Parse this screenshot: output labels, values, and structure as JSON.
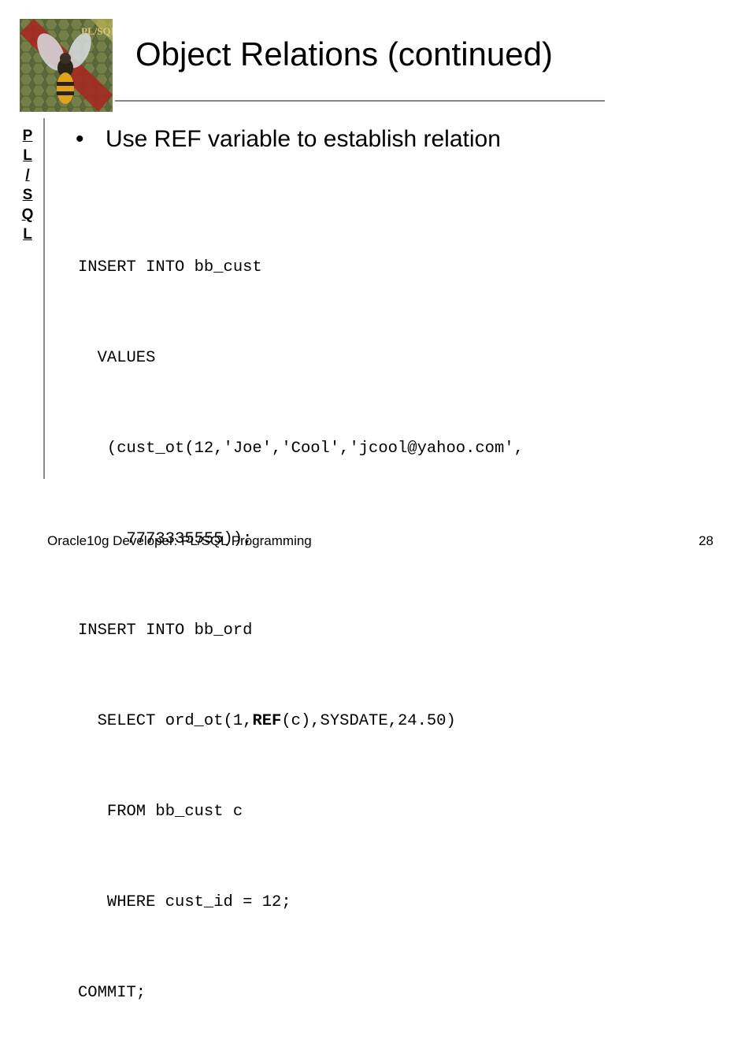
{
  "slide": {
    "title": "Object Relations (continued)",
    "side_label": [
      "P",
      "L",
      "/",
      "S",
      "Q",
      "L"
    ],
    "bullet": "Use REF variable to establish relation",
    "code": {
      "line1": "INSERT INTO bb_cust",
      "line2": "  VALUES",
      "line3": "   (cust_ot(12,'Joe','Cool','jcool@yahoo.com',",
      "line4": "     7773335555));",
      "line5": "INSERT INTO bb_ord",
      "line6_pre": "  SELECT ord_ot(1,",
      "line6_kw": "REF",
      "line6_post": "(c),SYSDATE,24.50)",
      "line7": "   FROM bb_cust c",
      "line8": "   WHERE cust_id = 12;",
      "line9": "COMMIT;"
    },
    "footer": {
      "left": "Oracle10g Developer: PL/SQL Programming",
      "page_number": "28"
    },
    "logo": {
      "icon": "bee-logo-icon",
      "text": "PL/SQL"
    }
  }
}
